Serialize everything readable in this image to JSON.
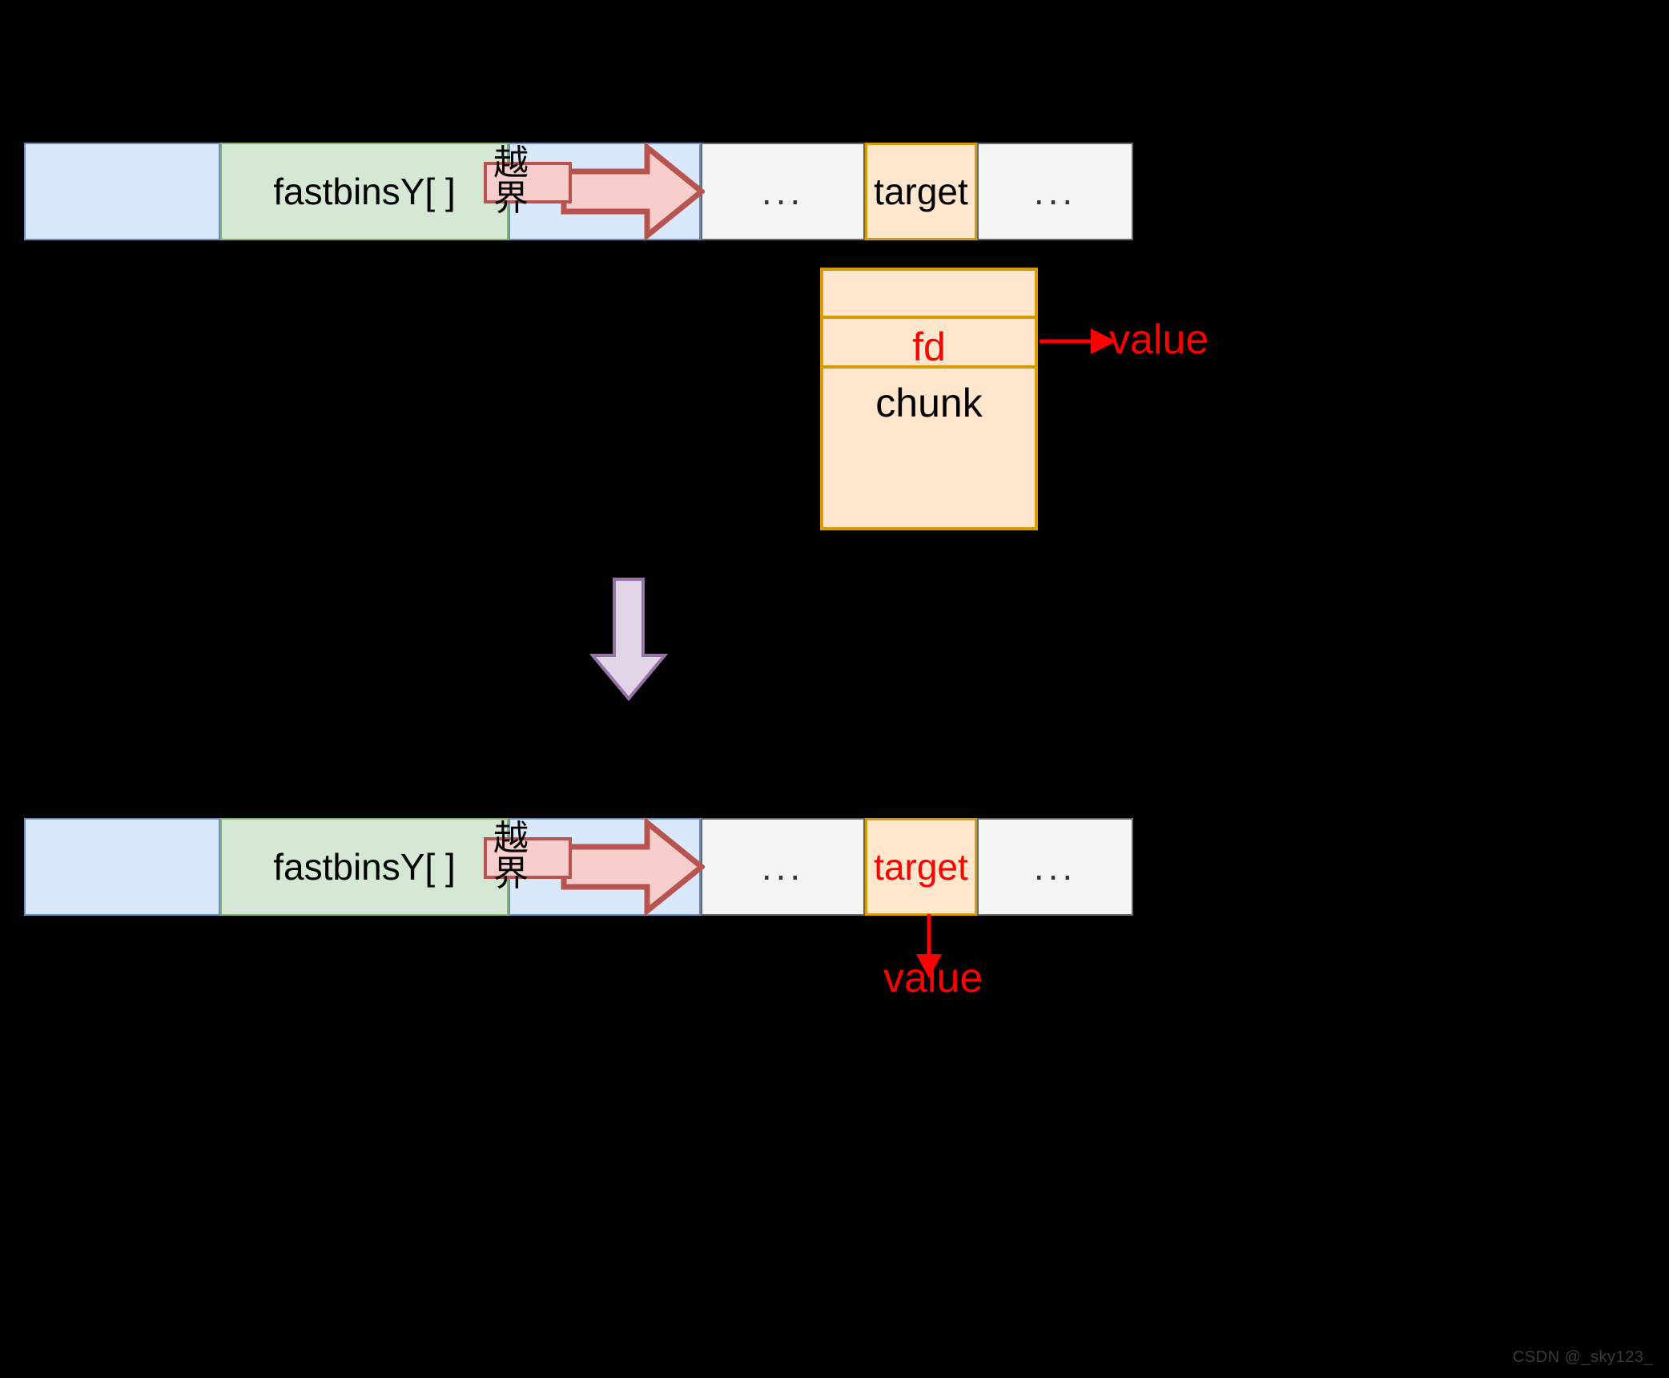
{
  "diagram": {
    "title": "fastbinsY overflow to target diagram",
    "watermark": "CSDN @_sky123_",
    "colors": {
      "blue_fill": "#dae8fc",
      "blue_stroke": "#6c8ebf",
      "green_fill": "#d5e8d4",
      "green_stroke": "#82b366",
      "grey_fill": "#f5f5f5",
      "grey_stroke": "#666666",
      "orange_fill": "#ffe6cc",
      "orange_stroke": "#d79b00",
      "pink_fill": "#f8cecc",
      "pink_stroke": "#b85450",
      "purple_fill": "#e1d5e7",
      "purple_stroke": "#9673a6",
      "red": "#ff0000",
      "background": "#000000"
    },
    "top_row": {
      "name": "before-overflow-memory-layout",
      "cells": [
        {
          "id": "heap-left-blue",
          "label": "",
          "style": "blue"
        },
        {
          "id": "fastbinsy-array",
          "label": "fastbinsY[ ]",
          "style": "green"
        },
        {
          "id": "heap-right-blue",
          "label": "",
          "style": "blue"
        },
        {
          "id": "gap-left-ellipsis",
          "label": "...",
          "style": "grey"
        },
        {
          "id": "target-cell",
          "label": "target",
          "style": "orange",
          "text_color": "#000000"
        },
        {
          "id": "gap-right-ellipsis",
          "label": "...",
          "style": "grey"
        }
      ],
      "overflow_tag": "越界"
    },
    "chunk": {
      "name": "freed-chunk",
      "rows": [
        {
          "id": "chunk-header",
          "label": ""
        },
        {
          "id": "chunk-fd",
          "label": "fd",
          "text_color": "#ff0000"
        },
        {
          "id": "chunk-body",
          "label": "chunk",
          "text_color": "#000000"
        }
      ],
      "fd_points_to": "value"
    },
    "transition": {
      "name": "downward-transition-arrow",
      "label": ""
    },
    "bottom_row": {
      "name": "after-overflow-memory-layout",
      "cells": [
        {
          "id": "heap-left-blue",
          "label": "",
          "style": "blue"
        },
        {
          "id": "fastbinsy-array",
          "label": "fastbinsY[ ]",
          "style": "green"
        },
        {
          "id": "heap-right-blue",
          "label": "",
          "style": "blue"
        },
        {
          "id": "gap-left-ellipsis",
          "label": "...",
          "style": "grey"
        },
        {
          "id": "target-cell",
          "label": "target",
          "style": "orange",
          "text_color": "#ff0000"
        },
        {
          "id": "gap-right-ellipsis",
          "label": "...",
          "style": "grey"
        }
      ],
      "overflow_tag": "越界",
      "target_writes": "value"
    }
  }
}
